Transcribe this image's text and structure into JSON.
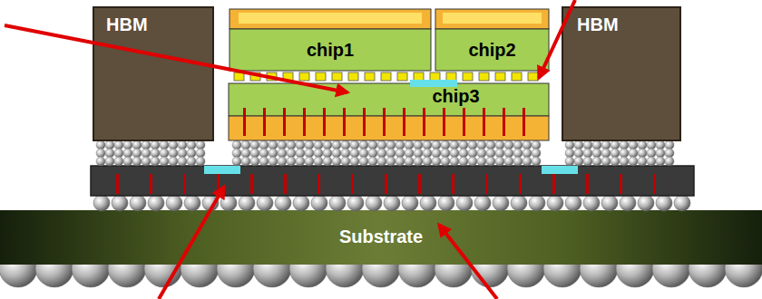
{
  "diagram": {
    "nodes": [
      {
        "text": [
          "HBM"
        ]
      },
      {
        "text": [
          "chip1"
        ]
      },
      {
        "text": [
          "chip2"
        ]
      },
      {
        "text": [
          "HBM"
        ]
      },
      {
        "text": [
          "chip3"
        ]
      },
      {
        "text": [
          "Substrate"
        ]
      }
    ]
  }
}
